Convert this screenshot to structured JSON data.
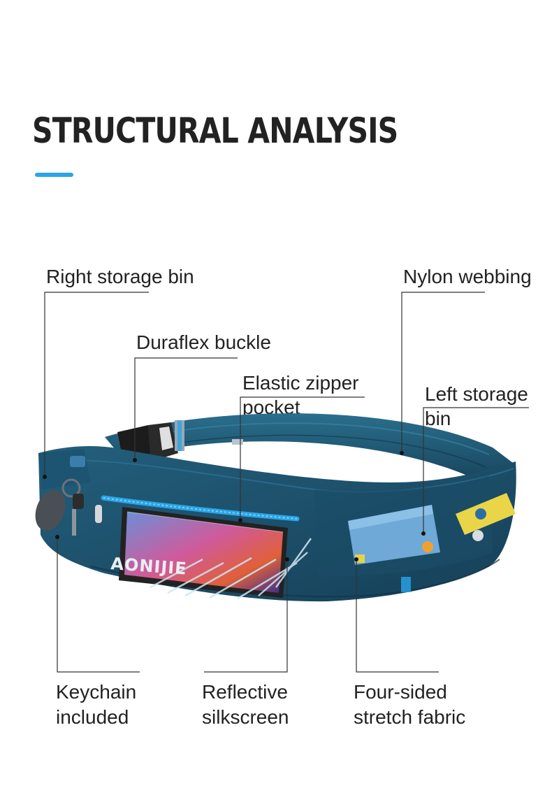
{
  "header": {
    "title": "STRUCTURAL ANALYSIS",
    "accent_color": "#2aa5e8"
  },
  "product": {
    "brand_mark": "AONIJIE",
    "body_color": "#1e4f6a",
    "zipper_color": "#2aa5e8"
  },
  "callouts": {
    "right_storage_bin": "Right storage bin",
    "nylon_webbing": "Nylon webbing",
    "duraflex_buckle": "Duraflex buckle",
    "elastic_zipper_pocket_1": "Elastic zipper",
    "elastic_zipper_pocket_2": "pocket",
    "left_storage_bin_1": "Left storage",
    "left_storage_bin_2": "bin",
    "keychain_1": "Keychain",
    "keychain_2": "included",
    "reflective_1": "Reflective",
    "reflective_2": "silkscreen",
    "stretch_1": "Four-sided",
    "stretch_2": "stretch fabric"
  }
}
